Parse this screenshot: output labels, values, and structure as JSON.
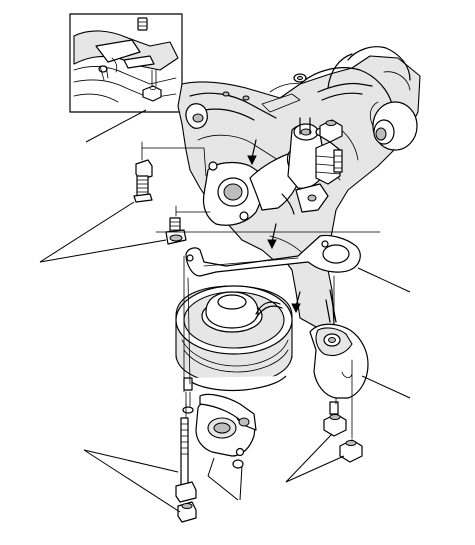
{
  "figure": {
    "kind": "exploded-parts-illustration",
    "printed_text": "",
    "line_color": "#000000",
    "background": "#ffffff"
  },
  "components": [
    {
      "name": "inset-detail-view"
    },
    {
      "name": "intake-manifold"
    },
    {
      "name": "egr-valve"
    },
    {
      "name": "upper-gasket"
    },
    {
      "name": "lower-gasket"
    },
    {
      "name": "egr-pipe-flange"
    },
    {
      "name": "mounting-bolts"
    },
    {
      "name": "mounting-nuts"
    },
    {
      "name": "thermal-cover"
    }
  ],
  "callouts": {
    "count": 9,
    "unlabeled": true
  }
}
